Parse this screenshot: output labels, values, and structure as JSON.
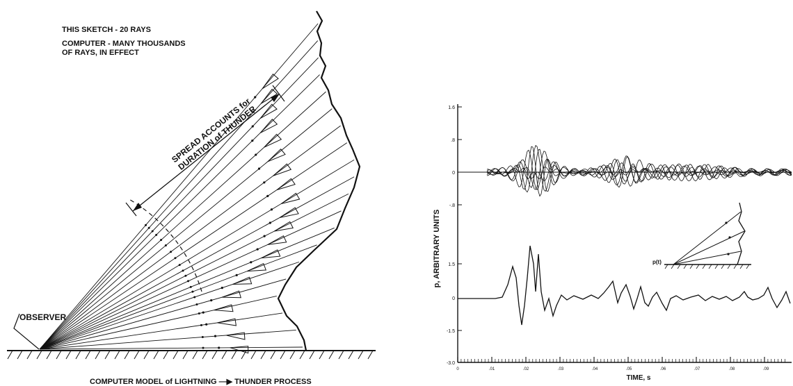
{
  "left_figure": {
    "note_line1": "THIS SKETCH - 20 RAYS",
    "note_line2": "COMPUTER - MANY THOUSANDS",
    "note_line3": "OF RAYS, IN EFFECT",
    "spread_line1": "SPREAD ACCOUNTS for",
    "spread_line2": "DURATION of THUNDER",
    "observer_label": "OBSERVER",
    "caption": "COMPUTER MODEL of LIGHTNING —▶ THUNDER PROCESS",
    "ray_count": 20
  },
  "right_figure": {
    "ylabel": "p, ARBITRARY UNITS",
    "xlabel": "TIME, s",
    "inset_label": "p(t)",
    "y_ticks_upper": [
      "1.6",
      ".8",
      "0",
      "-.8"
    ],
    "y_ticks_lower": [
      "1.5",
      "0",
      "-1.5",
      "-3.0"
    ],
    "x_ticks": [
      "0",
      ".01",
      ".02",
      ".03",
      ".04",
      ".05",
      ".06",
      ".07",
      ".08",
      ".09"
    ]
  }
}
